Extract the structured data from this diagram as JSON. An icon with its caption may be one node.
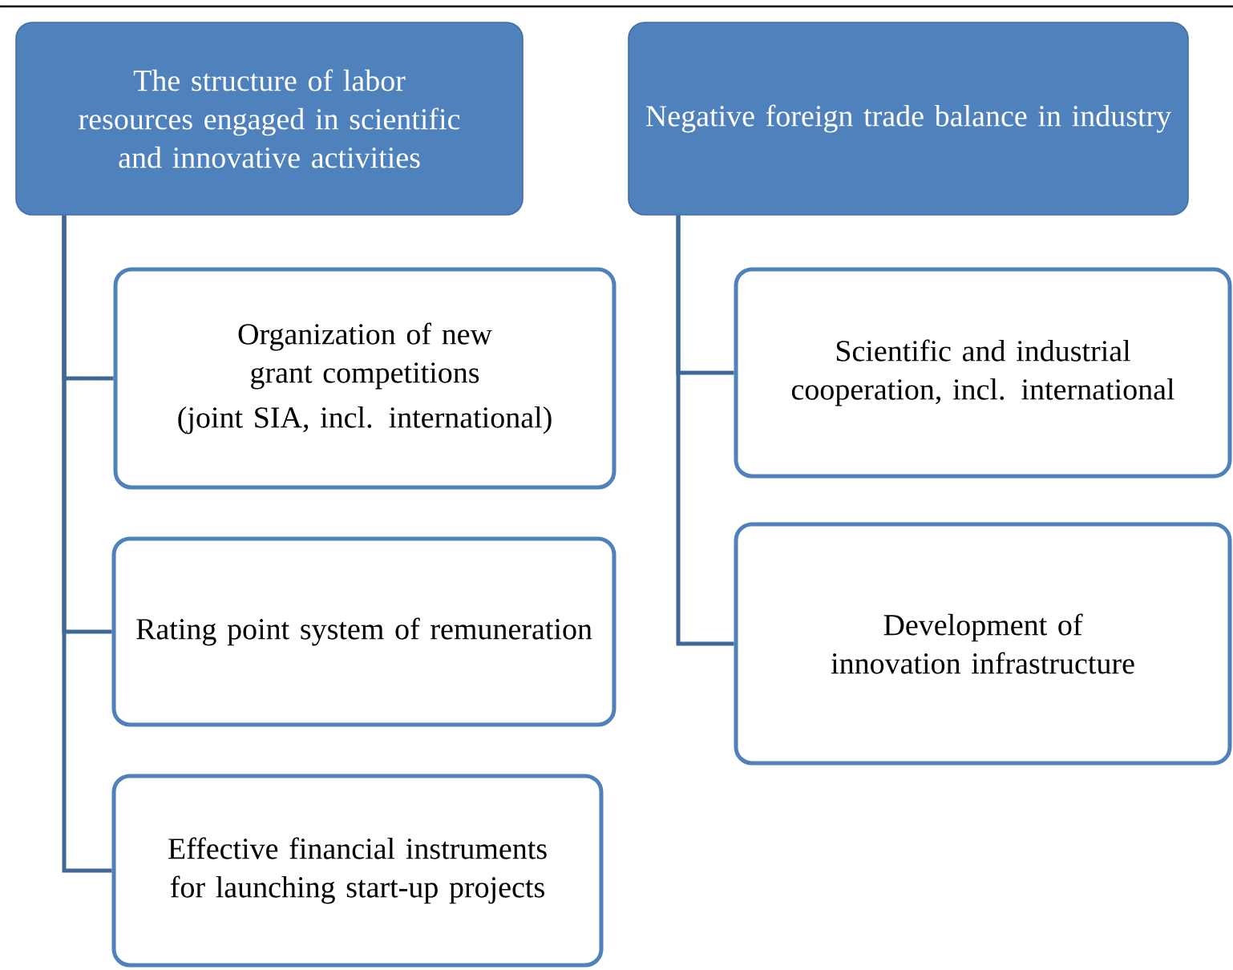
{
  "diagram": {
    "nodes": [
      {
        "text": [
          "The structure of labor resources engaged in scientific and innovative activities"
        ]
      },
      {
        "text": [
          "Organization of new grant competitions",
          "(joint SIA, incl. international)"
        ]
      },
      {
        "text": [
          "Rating point system of remuneration"
        ]
      },
      {
        "text": [
          "Effective financial instruments for launching start-up projects"
        ]
      },
      {
        "text": [
          "Negative foreign trade balance in industry"
        ]
      },
      {
        "text": [
          "Scientific and industrial cooperation, incl. international"
        ]
      },
      {
        "text": [
          "Development of innovation infrastructure"
        ]
      }
    ],
    "edges": [
      {
        "from": 0,
        "to": 1,
        "arrow": "none"
      },
      {
        "from": 0,
        "to": 2,
        "arrow": "none"
      },
      {
        "from": 0,
        "to": 3,
        "arrow": "none"
      },
      {
        "from": 4,
        "to": 5,
        "arrow": "none"
      },
      {
        "from": 4,
        "to": 6,
        "arrow": "none"
      }
    ]
  }
}
